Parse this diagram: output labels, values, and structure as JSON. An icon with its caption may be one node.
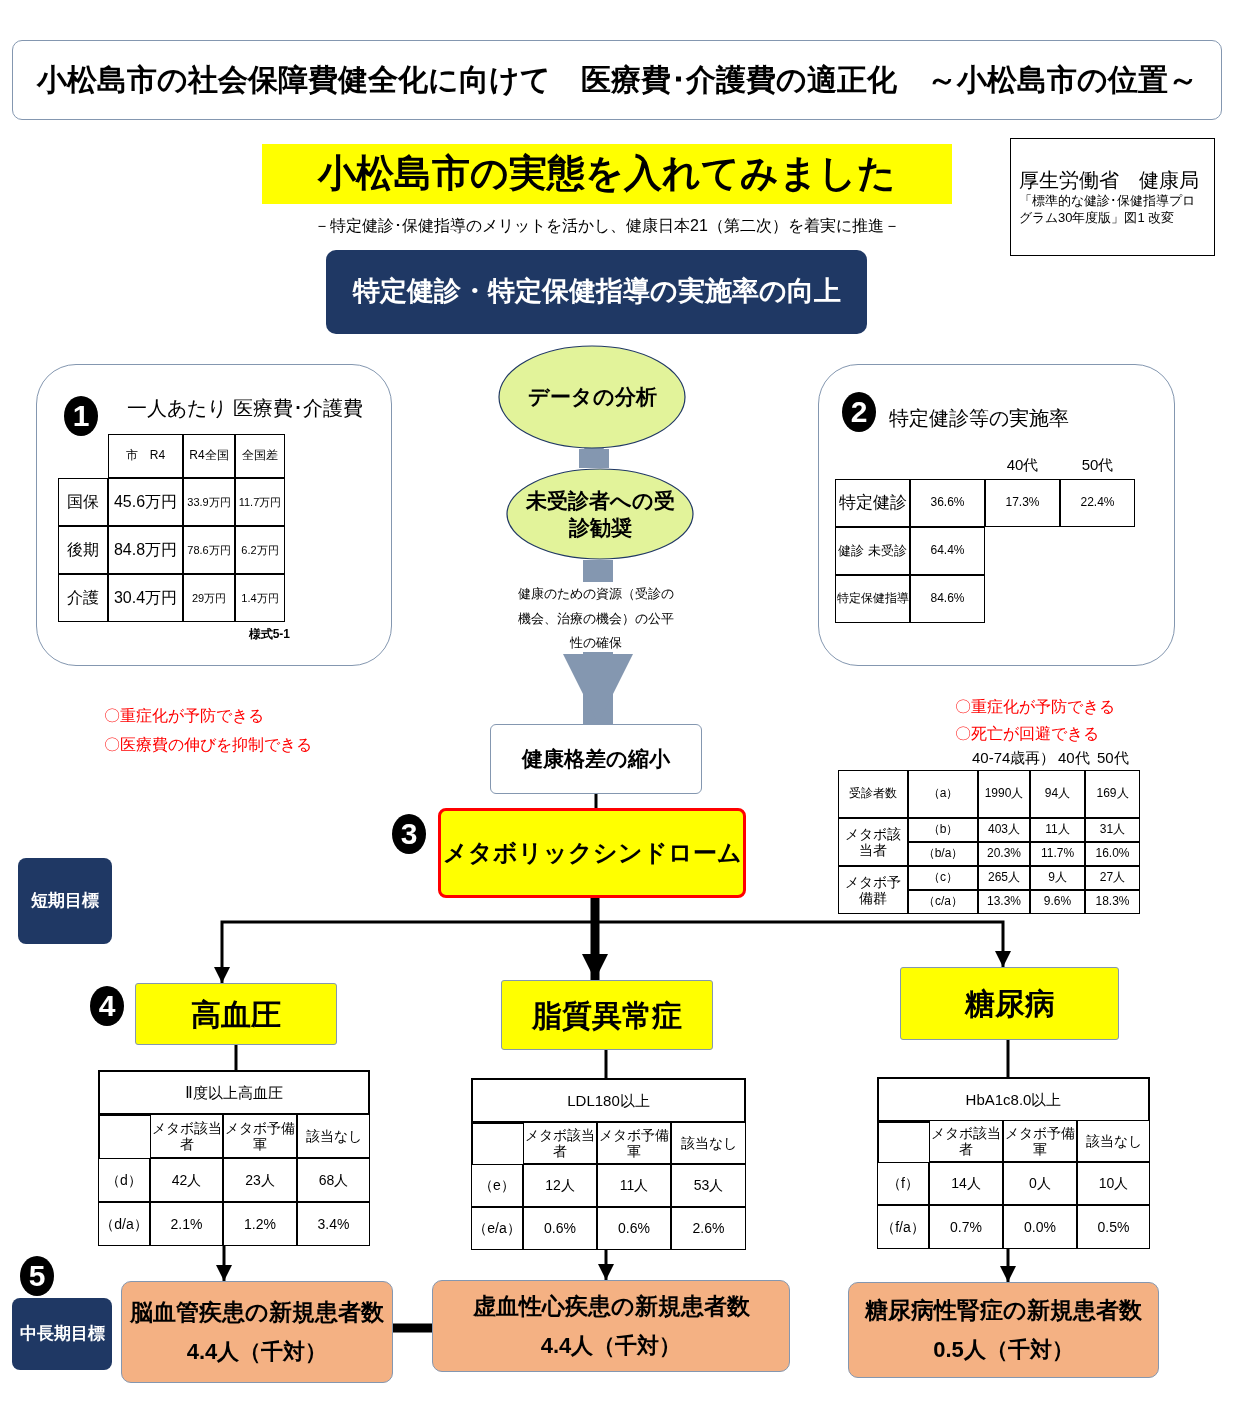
{
  "diagram": {
    "title": "小松島市の社会保障費健全化に向けて　医療費･介護費の適正化　～小松島市の位置～",
    "nodes": [
      {
        "text": [
          "小松島市の実態を入れてみました"
        ],
        "beside": [
          "－特定健診･保健指導のメリットを活かし、健康日本21（第二次）を着実に推進－"
        ]
      },
      {
        "text": [
          "厚生労働省　健康局",
          "「標準的な健診･保健指導プログラム30年度版」図1 改変"
        ]
      },
      {
        "text": [
          "特定健診・特定保健指導の実施率の向上"
        ]
      },
      {
        "text": [
          "一人あたり 医療費･介護費"
        ]
      },
      {
        "text": [
          "特定健診等の実施率"
        ]
      },
      {
        "text": [
          "データの分析"
        ]
      },
      {
        "text": [
          "未受診者への受診勧奨"
        ]
      },
      {
        "text": [
          "健康格差の縮小"
        ]
      },
      {
        "text": [
          "メタボリックシンドローム"
        ]
      },
      {
        "text": [
          "短期目標"
        ]
      },
      {
        "text": [
          "高血圧"
        ]
      },
      {
        "text": [
          "脂質異常症"
        ]
      },
      {
        "text": [
          "糖尿病"
        ]
      },
      {
        "text": [
          "Ⅱ度以上高血圧"
        ]
      },
      {
        "text": [
          "LDL180以上"
        ]
      },
      {
        "text": [
          "HbA1c8.0以上"
        ]
      },
      {
        "text": [
          "中長期目標"
        ]
      },
      {
        "text": [
          "脳血管疾患の新規患者数",
          "4.4人（千対）"
        ]
      },
      {
        "text": [
          "虚血性心疾患の新規患者数",
          "4.4人（千対）"
        ]
      },
      {
        "text": [
          "糖尿病性腎症の新規患者数",
          "0.5人（千対）"
        ]
      }
    ],
    "edges": [
      {
        "from": 5,
        "to": 6,
        "arrow": "to",
        "style": "thick",
        "color": "#8497b0"
      },
      {
        "from": 6,
        "to": 7,
        "arrow": "to",
        "style": "thick",
        "color": "#8497b0",
        "label": "健康のための資源（受診の機会、治療の機会）の公平性の確保"
      },
      {
        "from": 7,
        "to": 8,
        "arrow": "none"
      },
      {
        "from": 8,
        "to": 10,
        "arrow": "to"
      },
      {
        "from": 8,
        "to": 11,
        "arrow": "to",
        "style": "thick"
      },
      {
        "from": 8,
        "to": 12,
        "arrow": "to"
      },
      {
        "from": 10,
        "to": 13,
        "arrow": "none"
      },
      {
        "from": 11,
        "to": 14,
        "arrow": "none"
      },
      {
        "from": 12,
        "to": 15,
        "arrow": "none"
      },
      {
        "from": 13,
        "to": 17,
        "arrow": "to"
      },
      {
        "from": 14,
        "to": 18,
        "arrow": "to"
      },
      {
        "from": 15,
        "to": 19,
        "arrow": "to"
      },
      {
        "from": 17,
        "to": 18,
        "arrow": "none",
        "style": "thick"
      }
    ],
    "labels": [
      "1",
      "市　R4",
      "R4全国",
      "全国差",
      "国保",
      "45.6万円",
      "33.9万円",
      "11.7万円",
      "後期",
      "84.8万円",
      "78.6万円",
      "6.2万円",
      "介護",
      "30.4万円",
      "29万円",
      "1.4万円",
      "様式5-1",
      "2",
      "40代",
      "50代",
      "特定健診",
      "36.6%",
      "17.3%",
      "22.4%",
      "健診 未受診",
      "64.4%",
      "特定保健指導",
      "84.6%",
      "〇重症化が予防できる",
      "〇医療費の伸びを抑制できる",
      "〇重症化が予防できる",
      "〇死亡が回避できる",
      "40-74歳再）",
      "40代",
      "50代",
      "受診者数",
      "（a）",
      "1990人",
      "94人",
      "169人",
      "メタボ該当者",
      "（b）",
      "403人",
      "11人",
      "31人",
      "（b/a）",
      "20.3%",
      "11.7%",
      "16.0%",
      "メタボ予備群",
      "（c）",
      "265人",
      "9人",
      "27人",
      "（c/a）",
      "13.3%",
      "9.6%",
      "18.3%",
      "3",
      "4",
      "メタボ該当者",
      "メタボ予備軍",
      "該当なし",
      "（d）",
      "42人",
      "23人",
      "68人",
      "（d/a）",
      "2.1%",
      "1.2%",
      "3.4%",
      "メタボ該当者",
      "メタボ予備軍",
      "該当なし",
      "（e）",
      "12人",
      "11人",
      "53人",
      "（e/a）",
      "0.6%",
      "0.6%",
      "2.6%",
      "メタボ該当者",
      "メタボ予備軍",
      "該当なし",
      "（f）",
      "14人",
      "0人",
      "10人",
      "（f/a）",
      "0.7%",
      "0.0%",
      "0.5%",
      "5"
    ]
  }
}
